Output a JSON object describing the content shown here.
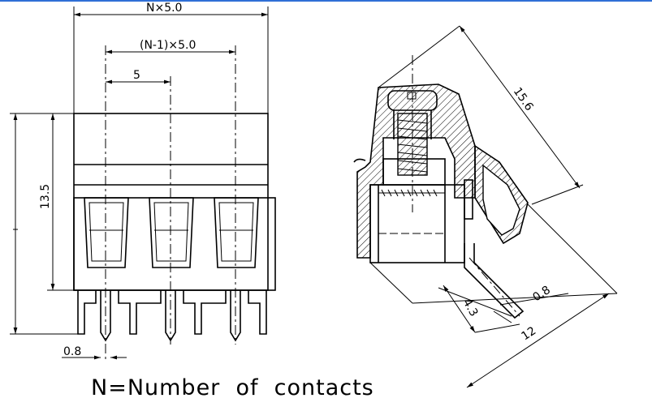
{
  "dimensions": {
    "total_width": "N×5.0",
    "pitch_span": "(N-1)×5.0",
    "pitch": "5",
    "height": "13.5",
    "pin_width": "0.8",
    "diagonal": "15.6",
    "pin_length": "4.3",
    "pin_thickness": "0.8",
    "depth": "12"
  },
  "caption": "N=Number  of  contacts",
  "colors": {
    "line": "#000000",
    "background": "#ffffff",
    "top_border": "#2f6fd6"
  }
}
